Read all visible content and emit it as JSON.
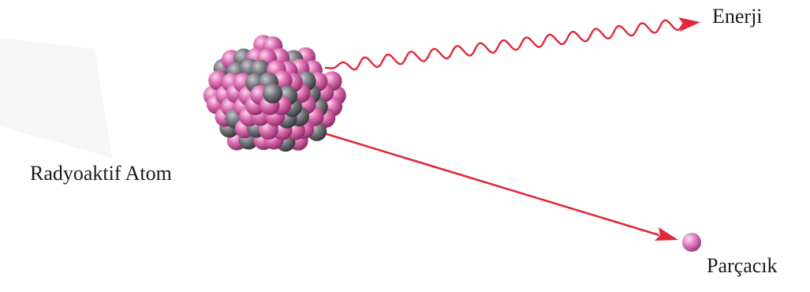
{
  "labels": {
    "energy": "Enerji",
    "atom": "Radyoaktif Atom",
    "particle": "Parçacık"
  },
  "colors": {
    "arrow": "#e0283c",
    "proton": "#d96fb0",
    "neutron": "#6e6e72",
    "particle": "#d978c0"
  },
  "icons": {
    "nucleus": "radioactive-nucleus-icon",
    "particle": "emitted-particle-icon"
  }
}
